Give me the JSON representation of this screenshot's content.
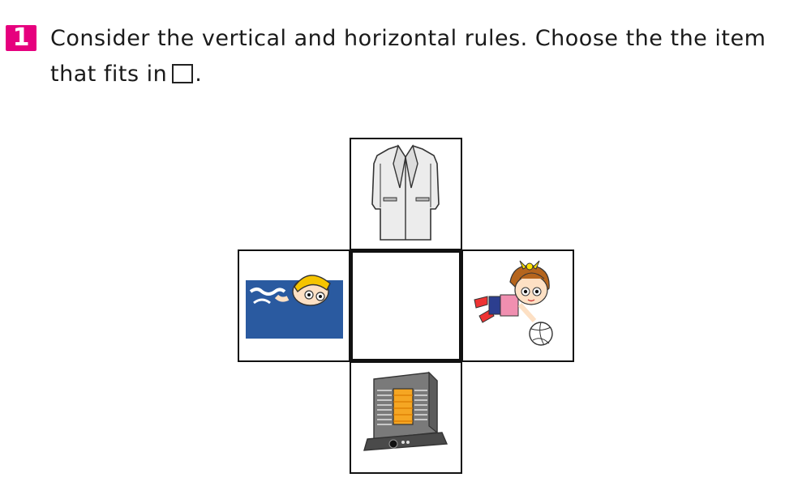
{
  "question": {
    "number": "1",
    "text_before_box": "Consider the vertical and horizontal rules. Choose the the item that fits in",
    "text_after_box": "."
  },
  "grid": {
    "top": {
      "icon": "lab-coat-icon"
    },
    "left": {
      "icon": "swimmer-icon"
    },
    "center": {
      "icon": "empty-answer-box"
    },
    "right": {
      "icon": "volleyball-girl-icon"
    },
    "bottom": {
      "icon": "kerosene-heater-icon"
    }
  },
  "colors": {
    "badge": "#e6007e",
    "water": "#2a5aa0",
    "swim_cap": "#f5c400",
    "heater_body": "#6e6e6e",
    "heater_glow": "#f5a623"
  }
}
